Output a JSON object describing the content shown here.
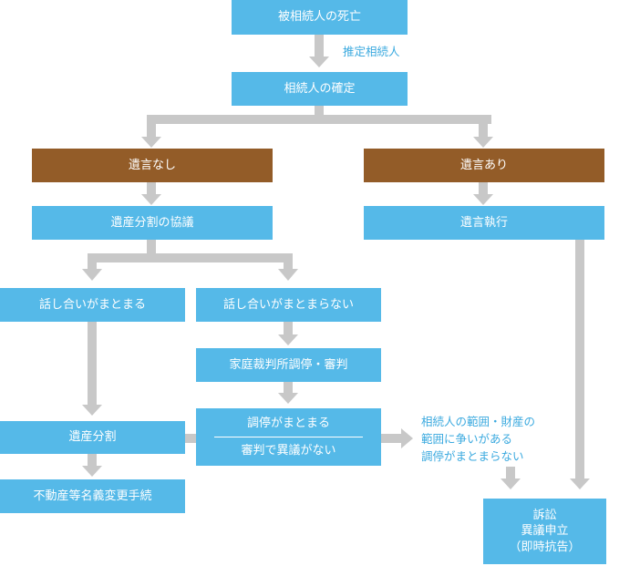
{
  "colors": {
    "box_blue": "#55b9e8",
    "box_brown": "#935c28",
    "arrow_gray": "#c8c8c8",
    "note_blue": "#3aa9df"
  },
  "nodes": {
    "death": "被相続人の死亡",
    "presumed_heir": "推定相続人",
    "heir_confirm": "相続人の確定",
    "no_will": "遺言なし",
    "has_will": "遺言あり",
    "partition_talk": "遺産分割の協議",
    "will_exec": "遺言執行",
    "agreed": "話し合いがまとまる",
    "not_agreed": "話し合いがまとまらない",
    "family_court": "家庭裁判所調停・審判",
    "mediation_agreed": "調停がまとまる",
    "no_objection": "審判で異議がない",
    "partition": "遺産分割",
    "registration": "不動産等名義変更手続",
    "dispute_note": [
      "相続人の範囲・財産の",
      "範囲に争いがある",
      "調停がまとまらない"
    ],
    "lawsuit": [
      "訴訟",
      "異議申立",
      "（即時抗告）"
    ]
  }
}
